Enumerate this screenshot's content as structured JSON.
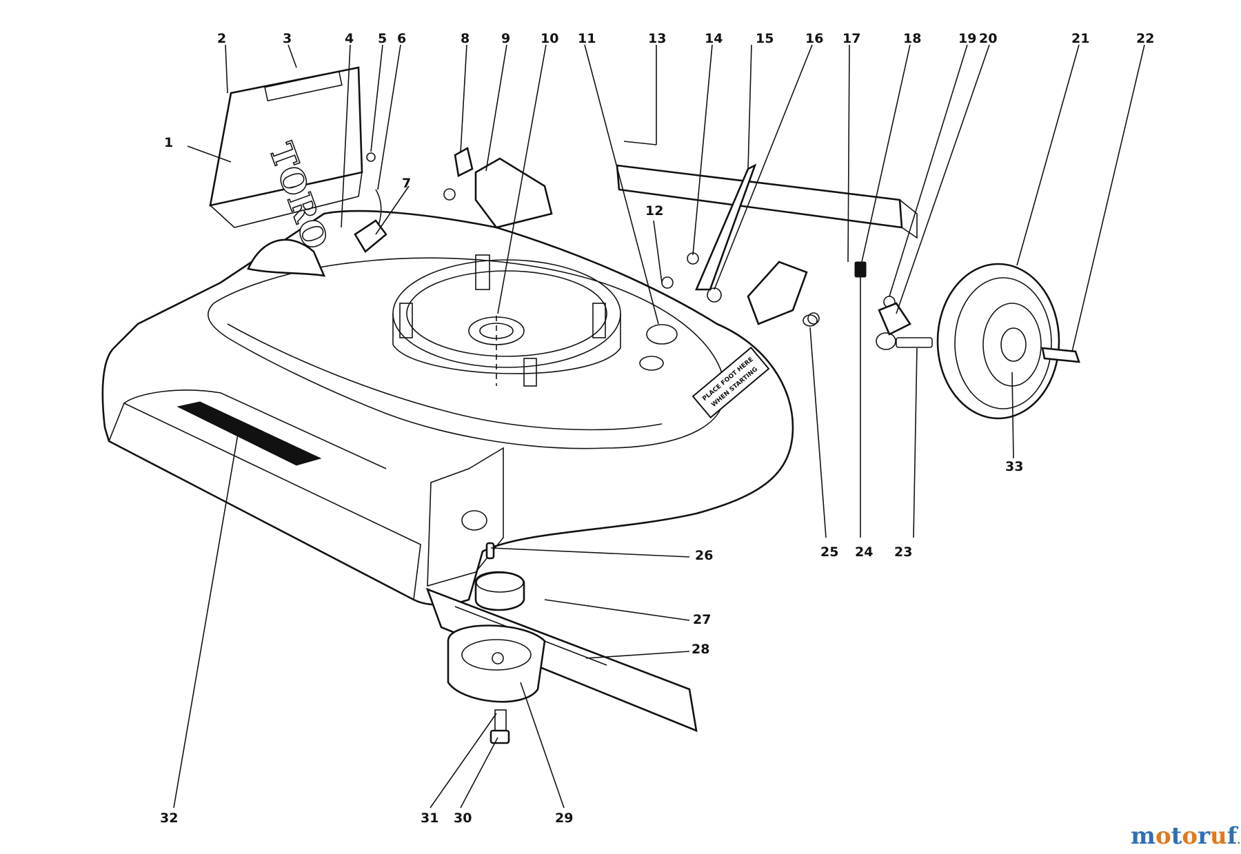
{
  "brand_on_bag": "TORO",
  "decal_text": [
    "PLACE FOOT HERE",
    "WHEN STARTING"
  ],
  "watermark": {
    "main": "motoruf",
    "suffix": ".de"
  },
  "parts": [
    {
      "id": "1"
    },
    {
      "id": "2"
    },
    {
      "id": "3"
    },
    {
      "id": "4"
    },
    {
      "id": "5"
    },
    {
      "id": "6"
    },
    {
      "id": "7"
    },
    {
      "id": "8"
    },
    {
      "id": "9"
    },
    {
      "id": "10"
    },
    {
      "id": "11"
    },
    {
      "id": "12"
    },
    {
      "id": "13"
    },
    {
      "id": "14"
    },
    {
      "id": "15"
    },
    {
      "id": "16"
    },
    {
      "id": "17"
    },
    {
      "id": "18"
    },
    {
      "id": "19"
    },
    {
      "id": "20"
    },
    {
      "id": "21"
    },
    {
      "id": "22"
    },
    {
      "id": "23"
    },
    {
      "id": "24"
    },
    {
      "id": "25"
    },
    {
      "id": "26"
    },
    {
      "id": "27"
    },
    {
      "id": "28"
    },
    {
      "id": "29"
    },
    {
      "id": "30"
    },
    {
      "id": "31"
    },
    {
      "id": "32"
    },
    {
      "id": "33"
    }
  ]
}
